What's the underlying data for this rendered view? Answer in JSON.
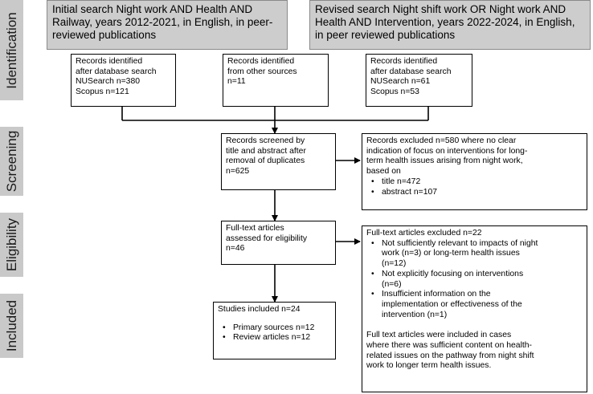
{
  "stages": {
    "identification": "Identification",
    "screening": "Screening",
    "eligibility": "Eligibility",
    "included": "Included"
  },
  "searches": {
    "initial": "Initial search Night work AND Health AND Railway, years 2012-2021, in English, in peer-reviewed publications",
    "revised": "Revised search Night shift work OR Night work AND Health AND Intervention, years 2022-2024, in English, in peer reviewed publications"
  },
  "identified": {
    "left": [
      "Records identified",
      "after database search",
      "NUSearch n=380",
      "Scopus n=121"
    ],
    "middle": [
      "Records identified",
      "from other sources",
      "n=11"
    ],
    "right": [
      "Records identified",
      "after database search",
      "NUSearch n=61",
      "Scopus n=53"
    ]
  },
  "screened": [
    "Records screened by",
    "title and abstract after",
    "removal of duplicates",
    "n=625"
  ],
  "excluded_screening": {
    "lines": [
      "Records excluded n=580  where no clear",
      "indication of focus on interventions for long-",
      "term health issues arising from night work,",
      "based on"
    ],
    "bullets": [
      "title n=472",
      "abstract n=107"
    ]
  },
  "fulltext": [
    "Full-text articles",
    "assessed for eligibility",
    "n=46"
  ],
  "excluded_fulltext": {
    "heading": "Full-text articles excluded  n=22",
    "bullets": [
      [
        "Not sufficiently relevant to impacts of night",
        "work (n=3) or long-term health issues",
        "(n=12)"
      ],
      [
        "Not explicitly focusing on interventions",
        "(n=6)"
      ],
      [
        "Insufficient information on the",
        "implementation or effectiveness of the",
        "intervention (n=1)"
      ]
    ],
    "note": [
      "Full text articles were included in cases",
      "where there was sufficient content on health-",
      "related issues on the pathway from night shift",
      "work to longer term health issues."
    ]
  },
  "included": {
    "title": "Studies included n=24",
    "bullets": [
      "Primary sources n=12",
      "Review articles n=12"
    ]
  }
}
